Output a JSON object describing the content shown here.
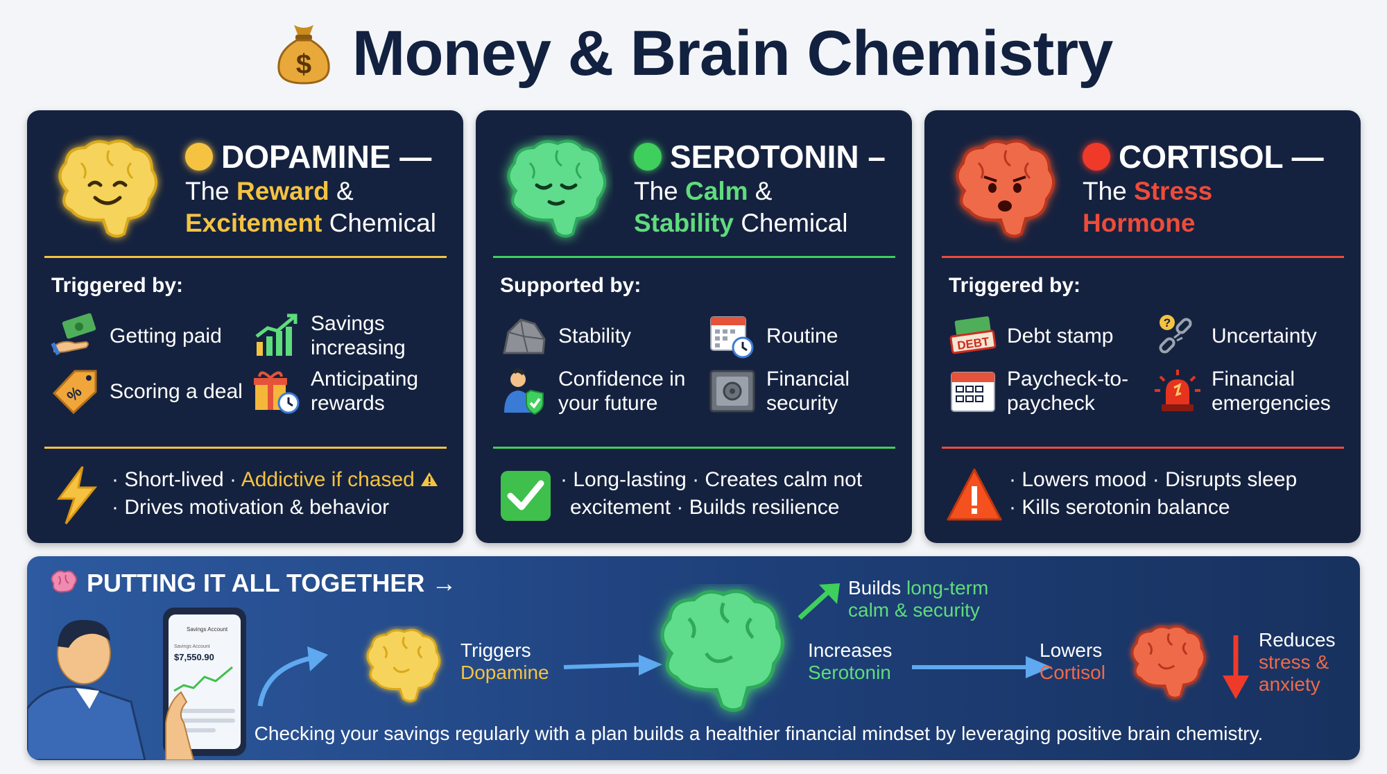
{
  "title": "Money & Brain Chemistry",
  "icons": {
    "title": "money-bag-icon",
    "dopamine_hero": "happy-brain-icon",
    "serotonin_hero": "calm-brain-icon",
    "cortisol_hero": "stressed-brain-icon"
  },
  "colors": {
    "navy": "#15223f",
    "dopamine": "#f5c341",
    "serotonin": "#5fdc7c",
    "cortisol": "#ef4b3a"
  },
  "dopamine": {
    "name": "DOPAMINE —",
    "sub_pre": "The ",
    "sub_hl1": "Reward",
    "sub_mid": " & ",
    "sub_hl2": "Excitement",
    "sub_post": " Chemical",
    "section": "Triggered by:",
    "items": [
      "Getting paid",
      "Savings increasing",
      "Scoring a deal",
      "Anticipating rewards"
    ],
    "note_line1_a": "· Short-lived · ",
    "note_line1_b": "Addictive if chased",
    "note_line2": "· Drives motivation & behavior"
  },
  "serotonin": {
    "name": "SEROTONIN –",
    "sub_pre": "The ",
    "sub_hl1": "Calm",
    "sub_mid": " & ",
    "sub_hl2": "Stability",
    "sub_post": " Chemical",
    "section": "Supported by:",
    "items": [
      "Stability",
      "Routine",
      "Confidence in your future",
      "Financial security"
    ],
    "note_line1": "· Long-lasting · Creates calm not",
    "note_line2": "excitement · Builds resilience"
  },
  "cortisol": {
    "name": "CORTISOL —",
    "sub_pre": "The ",
    "sub_hl1": "Stress",
    "sub_hl2": "Hormone",
    "section": "Triggered by:",
    "items": [
      "Debt stamp",
      "Uncertainty",
      "Paycheck-to-paycheck",
      "Financial emergencies"
    ],
    "debt_stamp": "DEBT",
    "note_line1": "· Lowers mood · Disrupts sleep",
    "note_line2": "· Kills serotonin balance"
  },
  "together": {
    "title": "PUTTING IT ALL TOGETHER →",
    "phone_header": "Savings Account",
    "phone_label": "Savings Account",
    "phone_balance": "$7,550.90",
    "step1_a": "Triggers",
    "step1_b": "Dopamine",
    "step2_a": "Increases",
    "step2_b": "Serotonin",
    "step3_a": "Lowers",
    "step3_b": "Cortisol",
    "builds_a": "Builds ",
    "builds_b": "long-term",
    "builds_c": "calm & security",
    "reduces_a": "Reduces",
    "reduces_b": "stress &",
    "reduces_c": "anxiety",
    "caption": "Checking your savings regularly with a plan builds a healthier financial mindset by leveraging positive brain chemistry."
  }
}
